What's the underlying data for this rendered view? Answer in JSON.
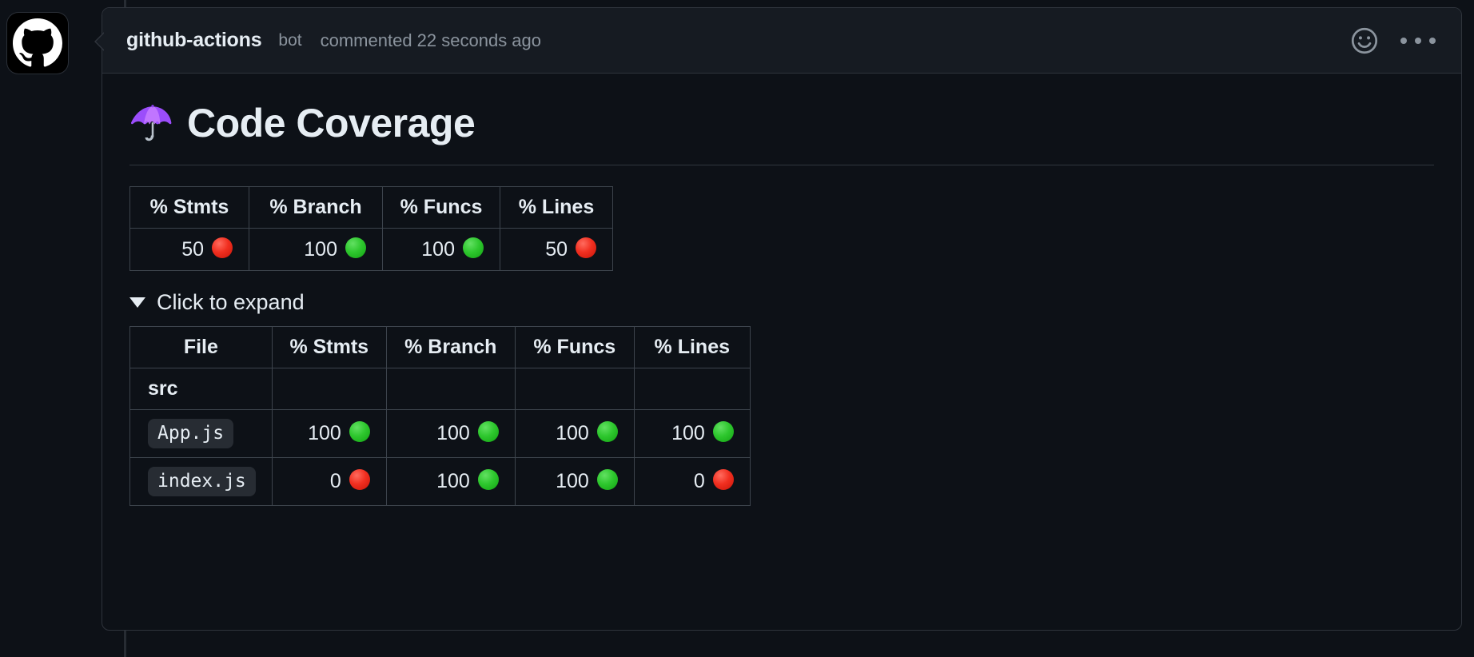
{
  "comment": {
    "avatar_icon": "github-octocat-avatar",
    "author": "github-actions",
    "bot_badge": "bot",
    "commented_text": "commented 22 seconds ago",
    "reaction_icon": "smiley-reaction-icon",
    "menu_icon": "kebab-menu-icon"
  },
  "body": {
    "heading_emoji": "umbrella-emoji",
    "heading": "Code Coverage",
    "details_label": "Click to expand",
    "details_open": true
  },
  "summary_table": {
    "headers": [
      "% Stmts",
      "% Branch",
      "% Funcs",
      "% Lines"
    ],
    "row": [
      {
        "value": "50",
        "status": "red"
      },
      {
        "value": "100",
        "status": "green"
      },
      {
        "value": "100",
        "status": "green"
      },
      {
        "value": "50",
        "status": "red"
      }
    ]
  },
  "detail_table": {
    "headers": [
      "File",
      "% Stmts",
      "% Branch",
      "% Funcs",
      "% Lines"
    ],
    "rows": [
      {
        "file": "src",
        "kind": "directory",
        "cells": [
          {
            "value": "",
            "status": "none"
          },
          {
            "value": "",
            "status": "none"
          },
          {
            "value": "",
            "status": "none"
          },
          {
            "value": "",
            "status": "none"
          }
        ]
      },
      {
        "file": "App.js",
        "kind": "file",
        "cells": [
          {
            "value": "100",
            "status": "green"
          },
          {
            "value": "100",
            "status": "green"
          },
          {
            "value": "100",
            "status": "green"
          },
          {
            "value": "100",
            "status": "green"
          }
        ]
      },
      {
        "file": "index.js",
        "kind": "file",
        "cells": [
          {
            "value": "0",
            "status": "red"
          },
          {
            "value": "100",
            "status": "green"
          },
          {
            "value": "100",
            "status": "green"
          },
          {
            "value": "0",
            "status": "red"
          }
        ]
      }
    ]
  },
  "colors": {
    "page_bg": "#0d1117",
    "header_bg": "#161b22",
    "border": "#30363d",
    "table_border": "#3d444d",
    "text": "#e6edf3",
    "muted_text": "#8b949e",
    "status_green": "#2ec72e",
    "status_red": "#f12f20"
  }
}
